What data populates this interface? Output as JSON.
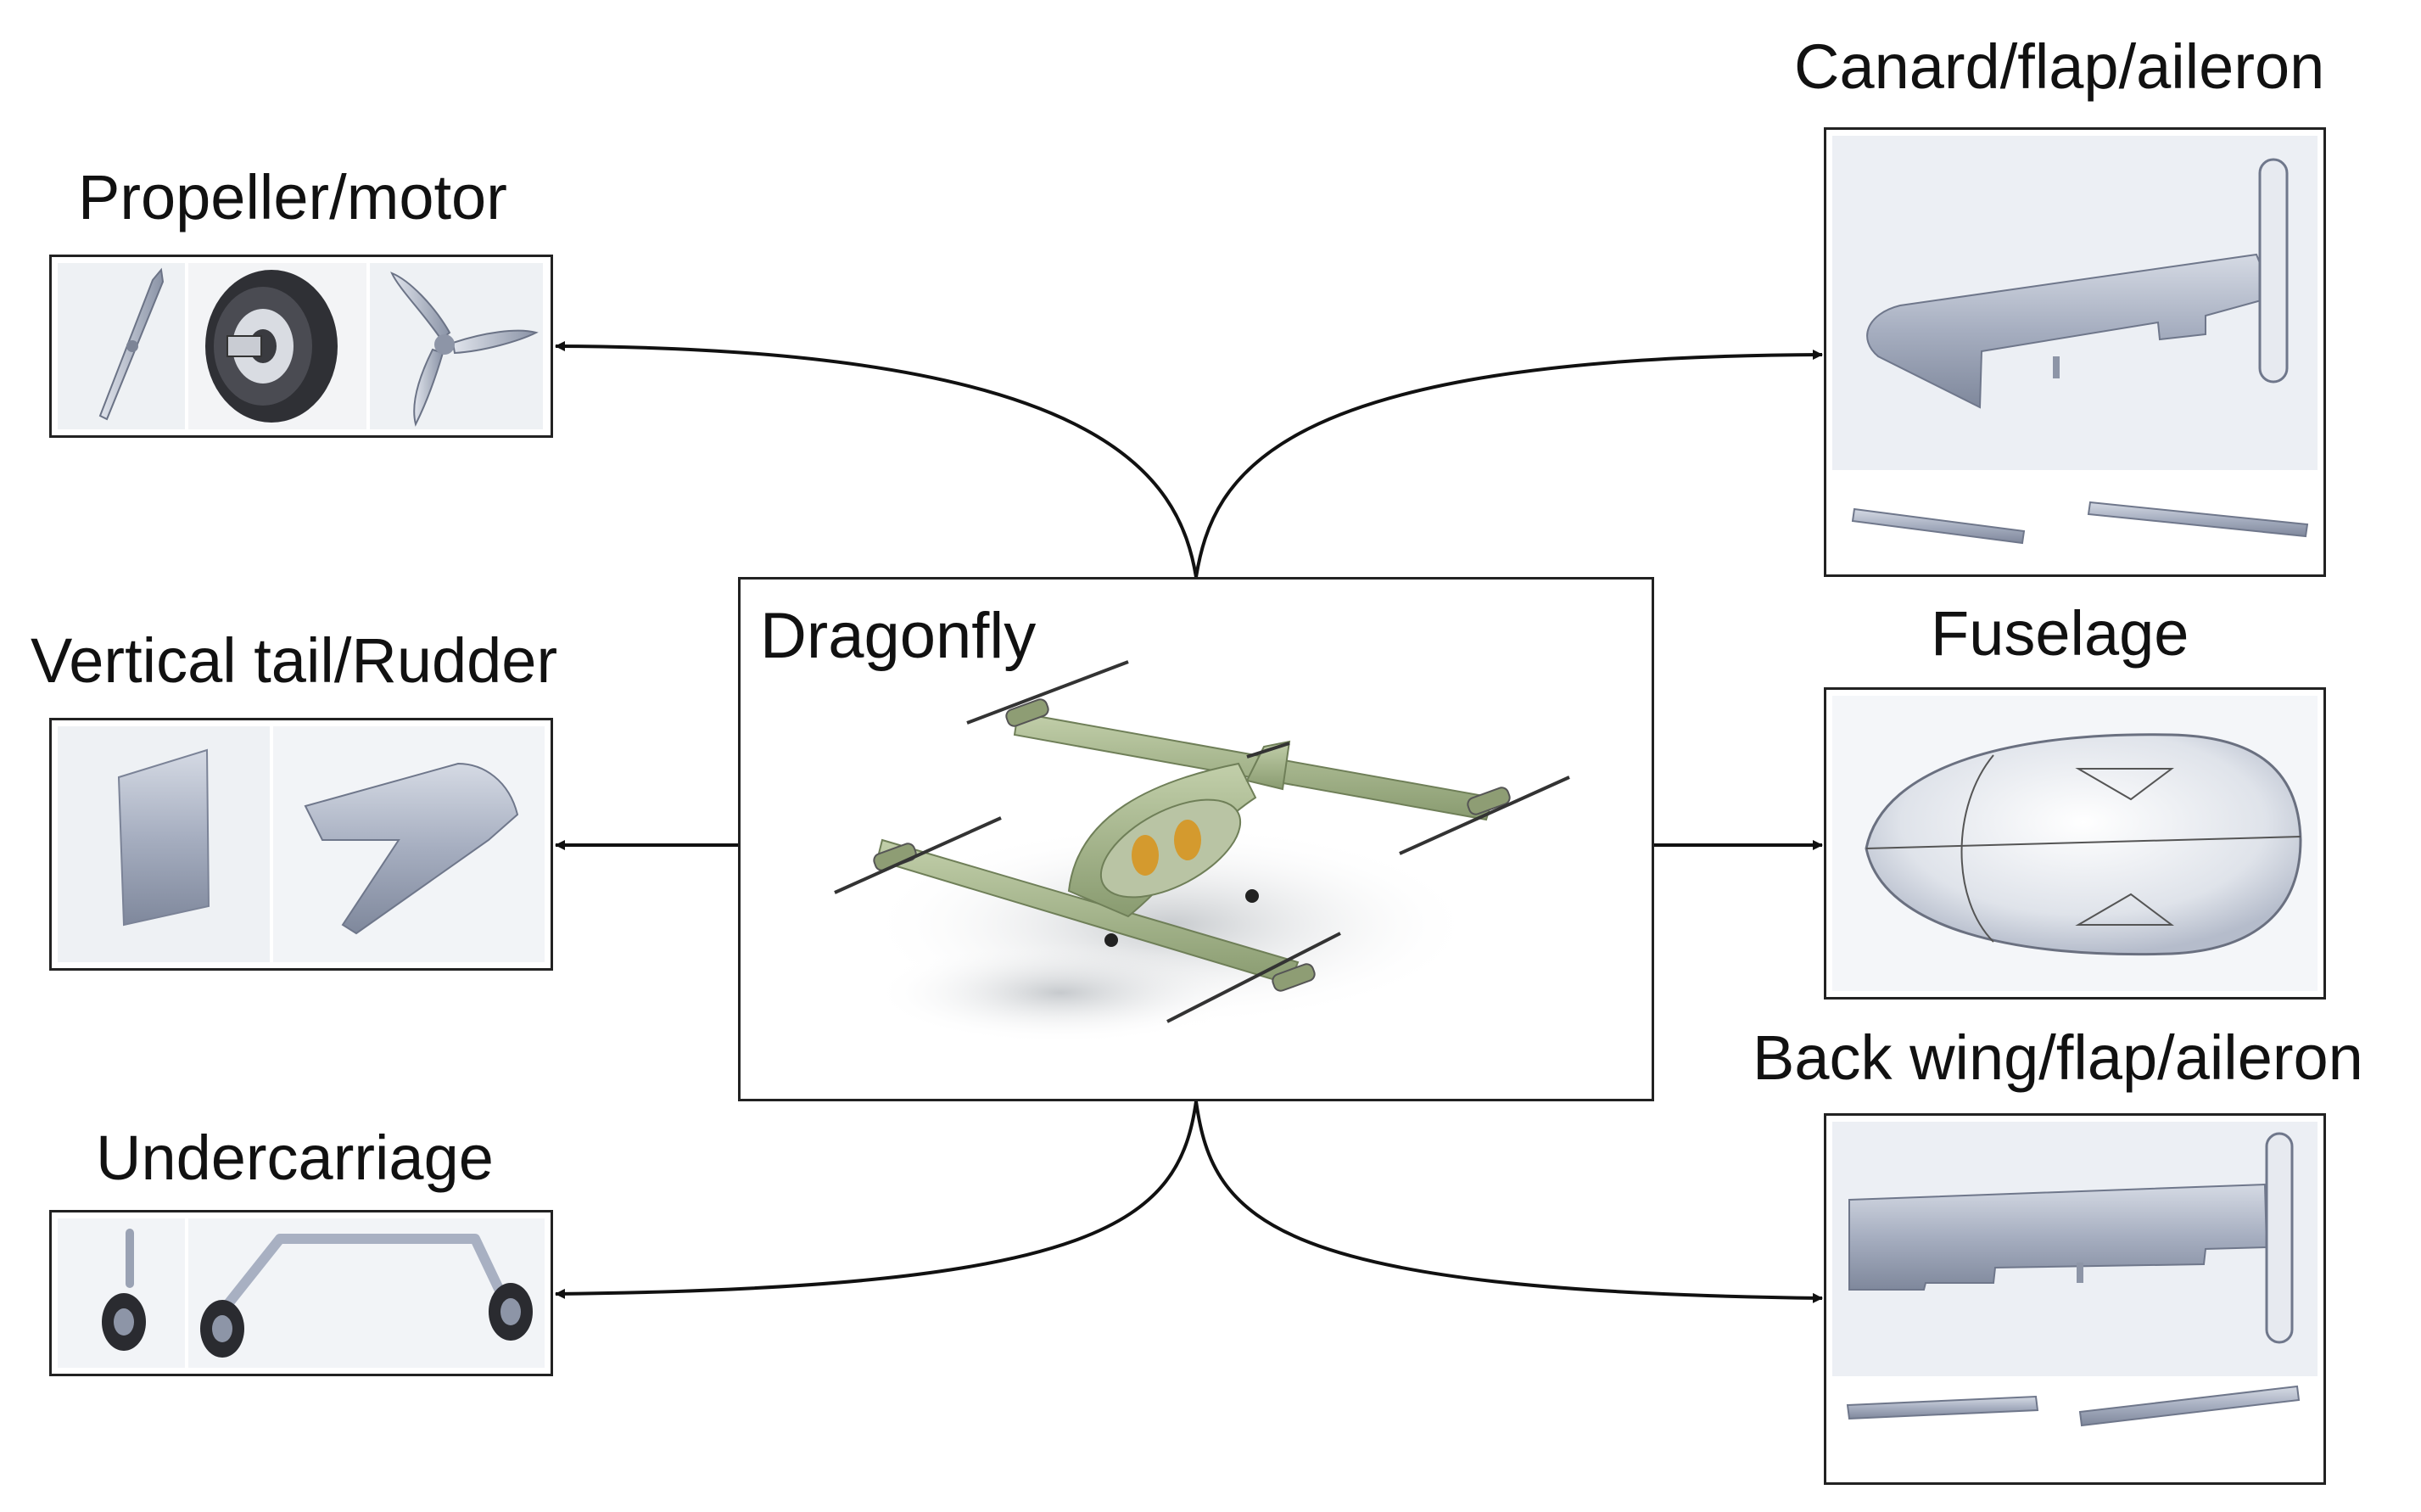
{
  "diagram": {
    "center": {
      "title": "Dragonfly"
    },
    "components": [
      {
        "id": "propeller",
        "label": "Propeller/motor"
      },
      {
        "id": "vertical-tail",
        "label": "Vertical tail/Rudder"
      },
      {
        "id": "undercarriage",
        "label": "Undercarriage"
      },
      {
        "id": "canard",
        "label": "Canard/flap/aileron"
      },
      {
        "id": "fuselage",
        "label": "Fuselage"
      },
      {
        "id": "back-wing",
        "label": "Back wing/flap/aileron"
      }
    ]
  },
  "colors": {
    "line": "#111111",
    "part_gray": "#a8b0c2",
    "aircraft_green": "#a3b58a",
    "cockpit_orange": "#d49a2e"
  }
}
